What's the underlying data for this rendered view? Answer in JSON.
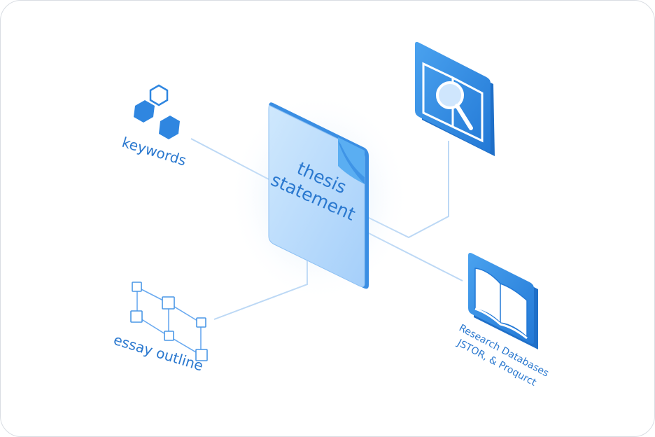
{
  "center": {
    "line1": "thesis",
    "line2": "statement"
  },
  "nodes": {
    "keywords": {
      "label": "keywords"
    },
    "essay_outline": {
      "label": "essay outline"
    },
    "research": {
      "line1": "Research Databases",
      "line2": "JSTOR, & Proqurct"
    }
  },
  "icons": [
    "hexagons-icon",
    "book-search-icon",
    "open-book-icon",
    "outline-grid-icon",
    "document-icon"
  ],
  "colors": {
    "primary": "#2f86e0",
    "light": "#bcdcfb",
    "line": "#b9d6f5",
    "text": "#2a78cf"
  }
}
